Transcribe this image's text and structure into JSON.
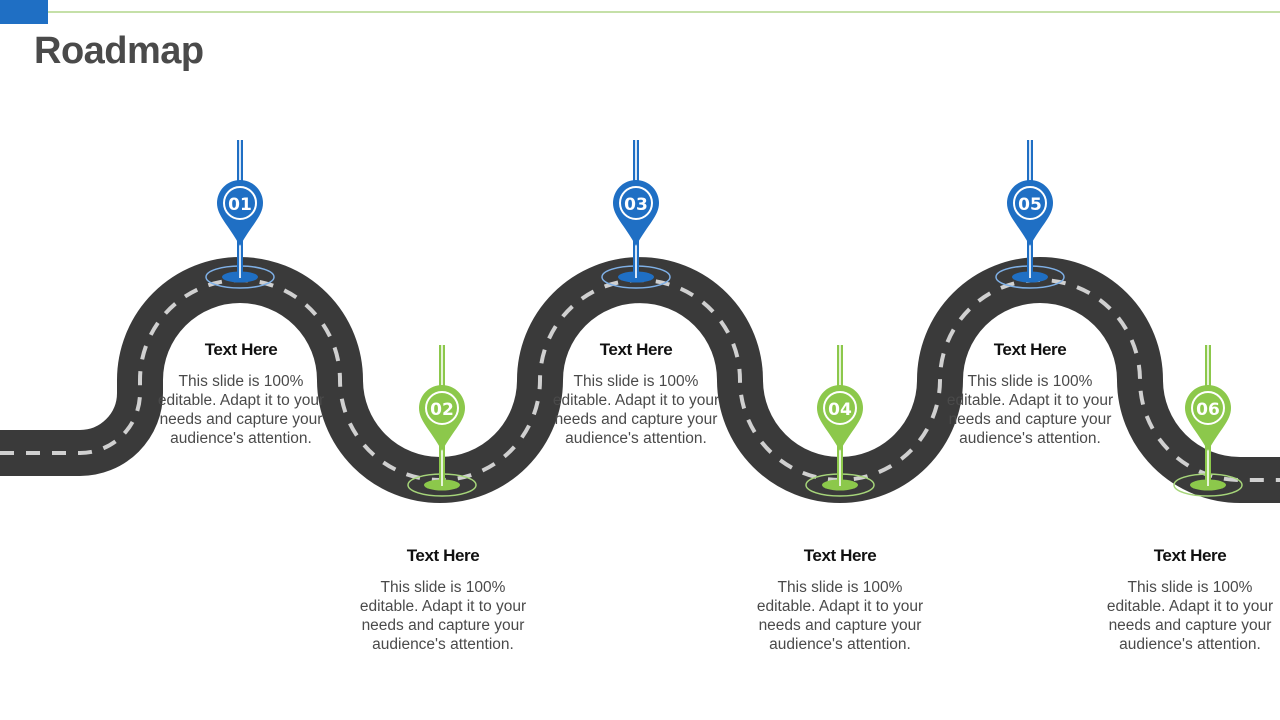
{
  "title": "Roadmap",
  "colors": {
    "accent_blue": "#1f6fc4",
    "accent_green": "#8cc84b",
    "road": "#3a3a3a",
    "lane_marks": "#d0d0d0"
  },
  "milestones": [
    {
      "number": "01",
      "heading": "Text Here",
      "text": "This slide is 100% editable. Adapt it to your needs and capture your audience's attention."
    },
    {
      "number": "02",
      "heading": "Text Here",
      "text": "This slide is 100% editable. Adapt it to your needs and capture your audience's attention."
    },
    {
      "number": "03",
      "heading": "Text Here",
      "text": "This slide is 100% editable. Adapt it to your needs and capture your audience's attention."
    },
    {
      "number": "04",
      "heading": "Text Here",
      "text": "This slide is 100% editable. Adapt it to your needs and capture your audience's attention."
    },
    {
      "number": "05",
      "heading": "Text Here",
      "text": "This slide is 100% editable. Adapt it to your needs and capture your audience's attention."
    },
    {
      "number": "06",
      "heading": "Text Here",
      "text": "This slide is 100% editable. Adapt it to your needs and capture your audience's attention."
    }
  ]
}
